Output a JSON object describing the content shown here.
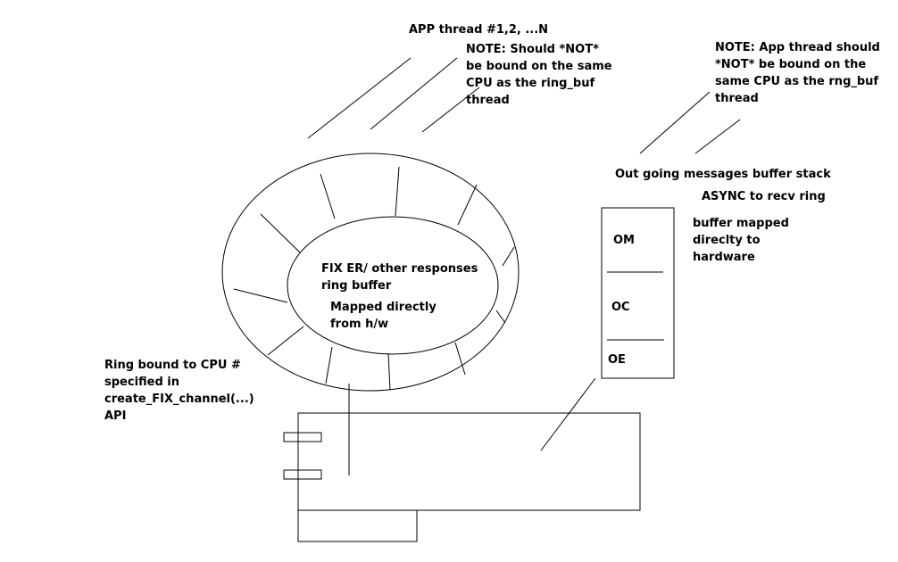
{
  "labels": {
    "app_thread": "APP thread #1,2, ...N",
    "note_ring": [
      "NOTE: Should *NOT*",
      "be bound on the same",
      "CPU as the ring_buf",
      "thread"
    ],
    "note_app": [
      "NOTE: App thread should",
      "*NOT* be bound on the",
      "same CPU as the rng_buf",
      "thread"
    ],
    "outgoing": "Out going messages buffer stack",
    "async": "ASYNC to recv ring",
    "buffer_mapped": [
      "buffer mapped",
      "direclty to",
      "hardware"
    ],
    "ring_center": [
      "FIX ER/ other responses",
      "ring buffer"
    ],
    "mapped": [
      "Mapped directly",
      "from h/w"
    ],
    "ring_bound": [
      "Ring bound to CPU #",
      "specified in",
      "create_FIX_channel(...)",
      "API"
    ],
    "stack_slots": [
      "OM",
      "OC",
      "OE"
    ]
  },
  "colors": {
    "stroke": "#000000",
    "background": "#ffffff"
  }
}
